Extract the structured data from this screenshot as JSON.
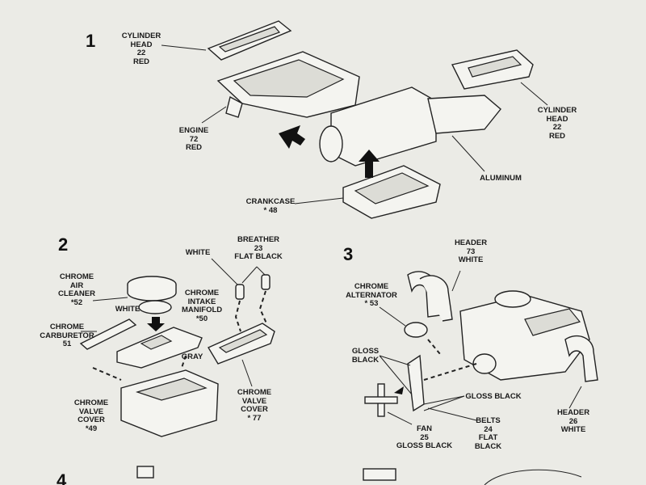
{
  "steps": [
    "1",
    "2",
    "3",
    "4"
  ],
  "step1": {
    "head_left": [
      "CYLINDER",
      "HEAD",
      "22",
      "RED"
    ],
    "engine": [
      "ENGINE",
      "72",
      "RED"
    ],
    "head_right": [
      "CYLINDER",
      "HEAD",
      "22",
      "RED"
    ],
    "aluminum": [
      "ALUMINUM"
    ],
    "crankcase": [
      "CRANKCASE",
      "* 48"
    ]
  },
  "step2": {
    "breather": [
      "BREATHER",
      "23",
      "FLAT BLACK"
    ],
    "white_top": [
      "WHITE"
    ],
    "air_cleaner": [
      "CHROME",
      "AIR",
      "CLEANER",
      "*52"
    ],
    "white_mid": [
      "WHITE"
    ],
    "intake": [
      "CHROME",
      "INTAKE",
      "MANIFOLD",
      "*50"
    ],
    "carburetor": [
      "CHROME",
      "CARBURETOR",
      "51"
    ],
    "gray": [
      "GRAY"
    ],
    "valve_left": [
      "CHROME",
      "VALVE",
      "COVER",
      "*49"
    ],
    "valve_right": [
      "CHROME",
      "VALVE",
      "COVER",
      "* 77"
    ]
  },
  "step3": {
    "header_top": [
      "HEADER",
      "73",
      "WHITE"
    ],
    "alternator": [
      "CHROME",
      "ALTERNATOR",
      "* 53"
    ],
    "gloss_black_left": [
      "GLOSS",
      "BLACK"
    ],
    "gloss_black_right": [
      "GLOSS BLACK"
    ],
    "belts": [
      "BELTS",
      "24",
      "FLAT",
      "BLACK"
    ],
    "fan": [
      "FAN",
      "25",
      "GLOSS BLACK"
    ],
    "header_bottom": [
      "HEADER",
      "26",
      "WHITE"
    ]
  }
}
